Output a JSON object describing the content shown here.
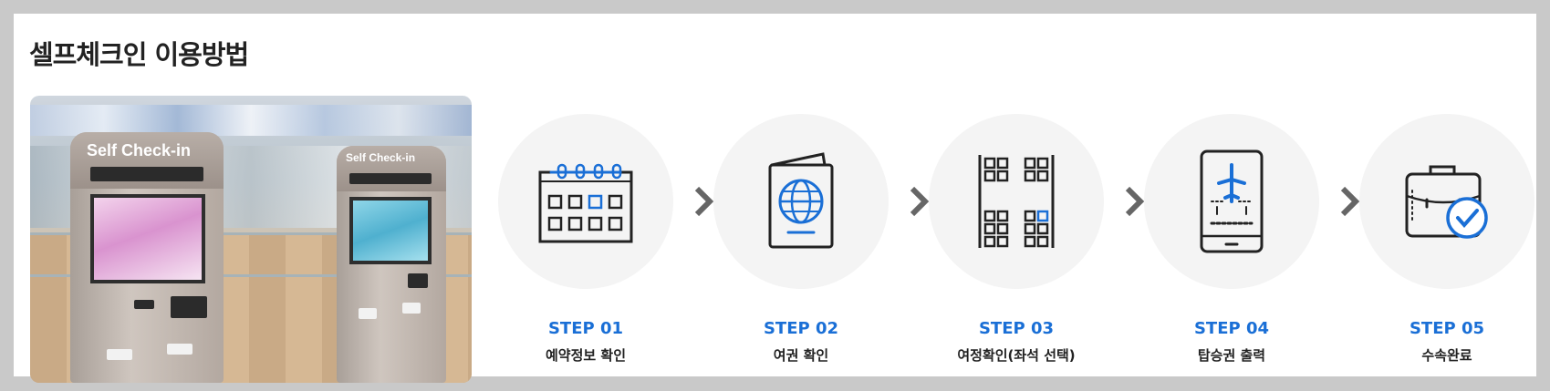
{
  "page": {
    "title": "셀프체크인 이용방법"
  },
  "photo": {
    "kiosk_left_brand": "Self Check-in",
    "kiosk_right_brand": "Self Check-in"
  },
  "steps": [
    {
      "label": "STEP 01",
      "desc": "예약정보 확인",
      "icon": "calendar-icon"
    },
    {
      "label": "STEP 02",
      "desc": "여권 확인",
      "icon": "passport-icon"
    },
    {
      "label": "STEP 03",
      "desc": "여정확인(좌석 선택)",
      "icon": "seat-map-icon"
    },
    {
      "label": "STEP 04",
      "desc": "탑승권 출력",
      "icon": "mobile-boarding-pass-icon"
    },
    {
      "label": "STEP 05",
      "desc": "수속완료",
      "icon": "briefcase-check-icon"
    }
  ],
  "colors": {
    "accent": "#1a6fd6",
    "icon_stroke": "#222222",
    "circle_bg": "#f4f4f4",
    "arrow": "#666666",
    "frame": "#c9c9c9"
  }
}
